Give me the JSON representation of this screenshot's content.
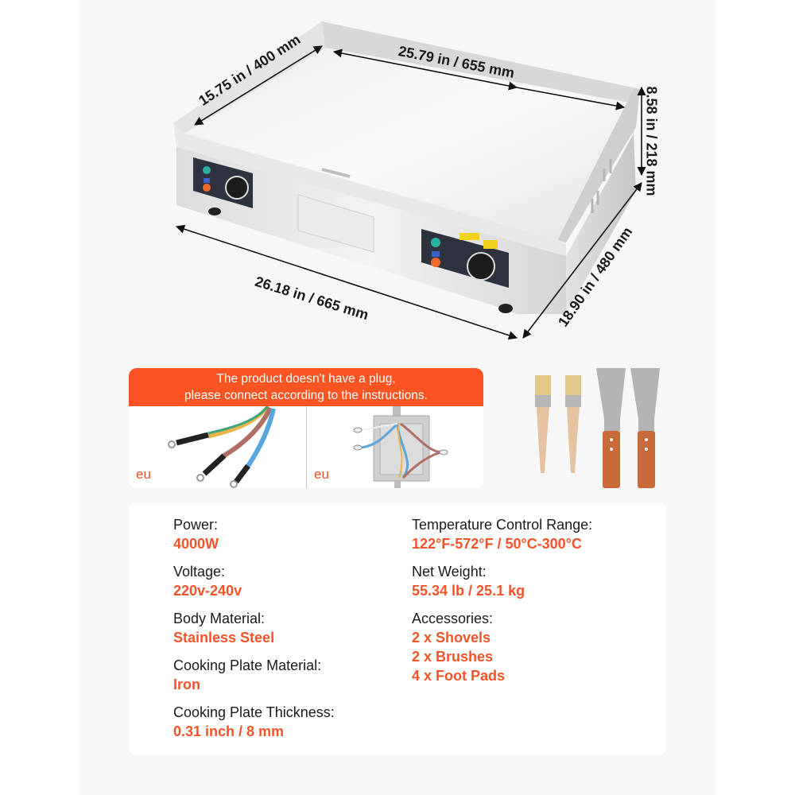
{
  "dimensions": {
    "top_width": "25.79 in / 655 mm",
    "top_depth": "15.75 in / 400 mm",
    "height": "8.58 in / 218 mm",
    "overall_width": "26.18 in / 665 mm",
    "overall_depth": "18.90 in / 480 mm"
  },
  "wiring": {
    "notice_line1": "The product  doesn't have a plug,",
    "notice_line2": "please connect according to the instructions.",
    "left_label": "eu",
    "right_label": "eu"
  },
  "accessories_images": [
    "brush",
    "brush",
    "shovel",
    "shovel"
  ],
  "specs": {
    "left": [
      {
        "label": "Power:",
        "value": "4000W"
      },
      {
        "label": "Voltage:",
        "value": "220v-240v"
      },
      {
        "label": "Body Material:",
        "value": "Stainless Steel"
      },
      {
        "label": "Cooking Plate Material:",
        "value": "Iron"
      },
      {
        "label": "Cooking Plate Thickness:",
        "value": "0.31 inch / 8 mm"
      }
    ],
    "right": [
      {
        "label": "Temperature Control Range:",
        "value": "122°F-572°F / 50°C-300°C"
      },
      {
        "label": "Net Weight:",
        "value": "55.34 lb / 25.1 kg"
      },
      {
        "label": "Accessories:",
        "values": [
          "2 x Shovels",
          "2 x Brushes",
          "4 x Foot Pads"
        ]
      }
    ]
  },
  "colors": {
    "accent": "#fb5423",
    "value_text": "#f5542a",
    "panel_bg": "#f7f7f7",
    "card_bg": "#ffffff"
  }
}
